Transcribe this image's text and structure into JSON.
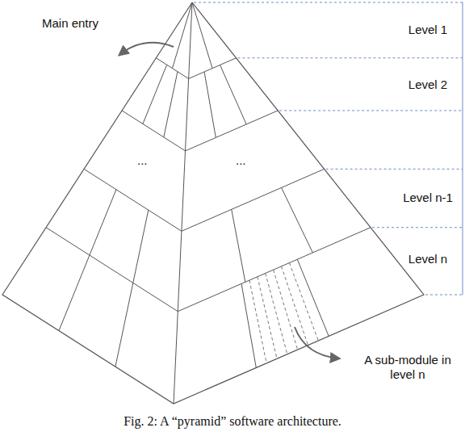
{
  "diagram": {
    "caption": "Fig. 2: A “pyramid” software architecture.",
    "labels": [
      "Main entry",
      "Level 1",
      "Level 2",
      "...",
      "...",
      "Level n-1",
      "Level n",
      "A sub-module in level n"
    ]
  }
}
